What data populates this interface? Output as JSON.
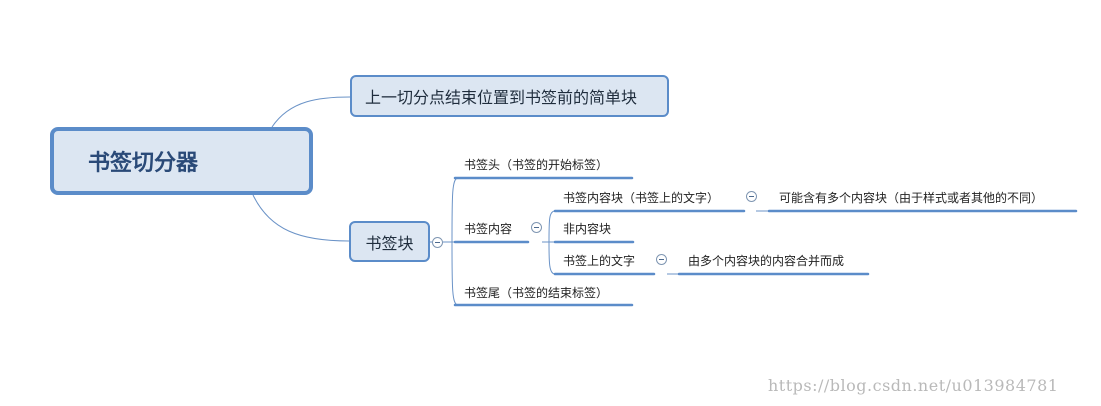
{
  "mindmap": {
    "root": "书签切分器",
    "branch_top": "上一切分点结束位置到书签前的简单块",
    "branch_block": "书签块",
    "bookmark_head": "书签头（书签的开始标签）",
    "bookmark_content": "书签内容",
    "content_block": "书签内容块（书签上的文字）",
    "content_block_detail": "可能含有多个内容块（由于样式或者其他的不同）",
    "non_content_block": "非内容块",
    "bookmark_text": "书签上的文字",
    "bookmark_text_detail": "由多个内容块的内容合并而成",
    "bookmark_tail": "书签尾（书签的结束标签）"
  },
  "watermark": "https://blog.csdn.net/u013984781",
  "colors": {
    "node_fill": "#dce6f2",
    "node_border": "#5b8cc9",
    "connector": "#6b93c7",
    "root_text": "#2a4a78"
  },
  "icons": {
    "collapse": "collapse-circle-minus-icon"
  }
}
